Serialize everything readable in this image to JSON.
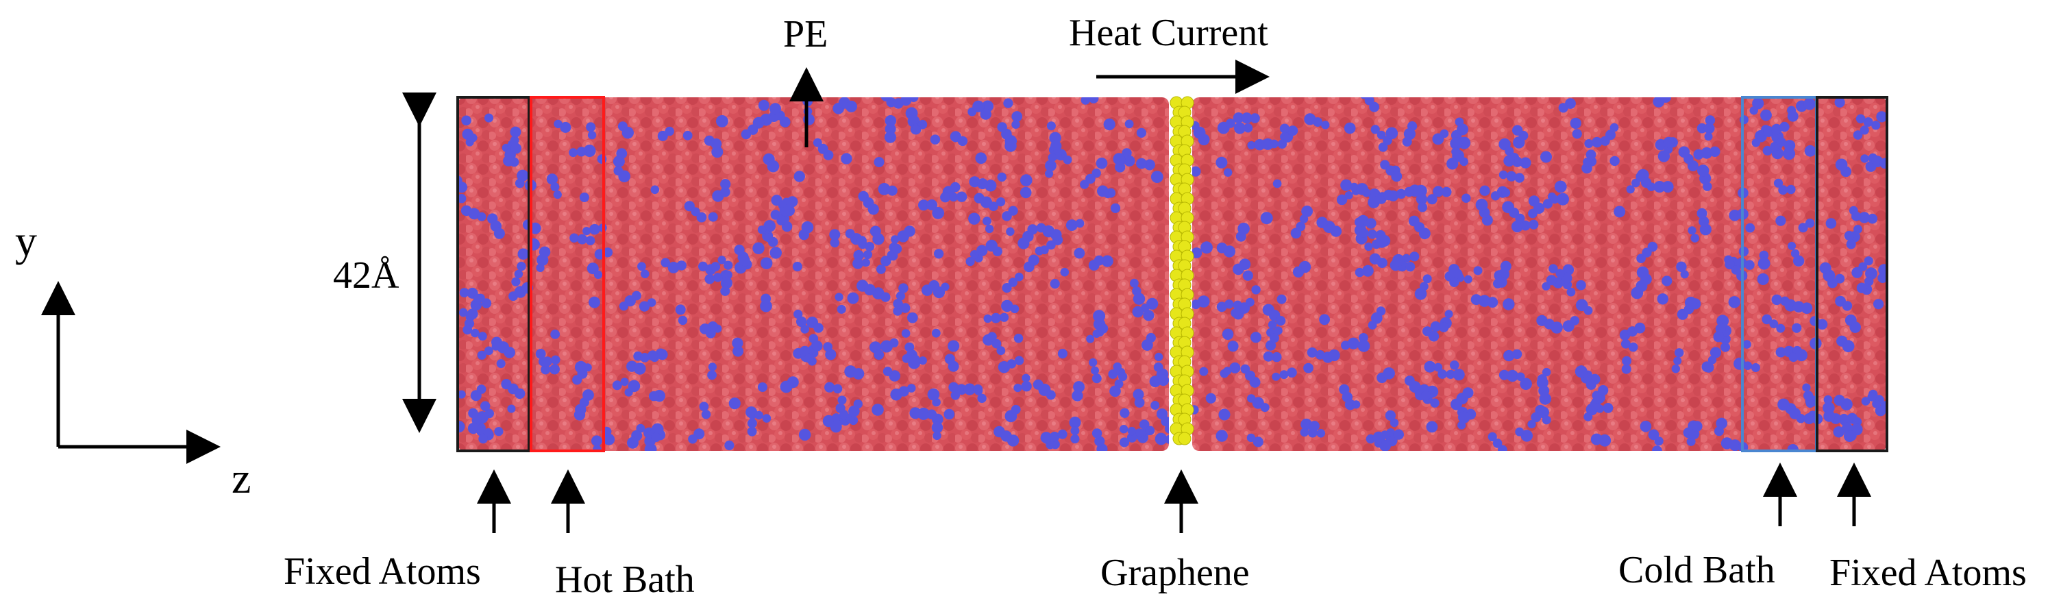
{
  "labels": {
    "pe": "PE",
    "heat_current": "Heat Current",
    "height": "42Å",
    "fixed_atoms_left": "Fixed Atoms",
    "hot_bath": "Hot Bath",
    "graphene": "Graphene",
    "cold_bath": "Cold Bath",
    "fixed_atoms_right": "Fixed Atoms",
    "axis_y": "y",
    "axis_z": "z"
  },
  "colors": {
    "pe_red": "#d9505a",
    "pe_blue": "#5555e0",
    "graphene_yellow": "#e6e61a",
    "fixed_atoms_box": "#1a1a1a",
    "hot_bath_box": "#ff1a1a",
    "cold_bath_box": "#4a86d0",
    "arrow": "#000000"
  }
}
